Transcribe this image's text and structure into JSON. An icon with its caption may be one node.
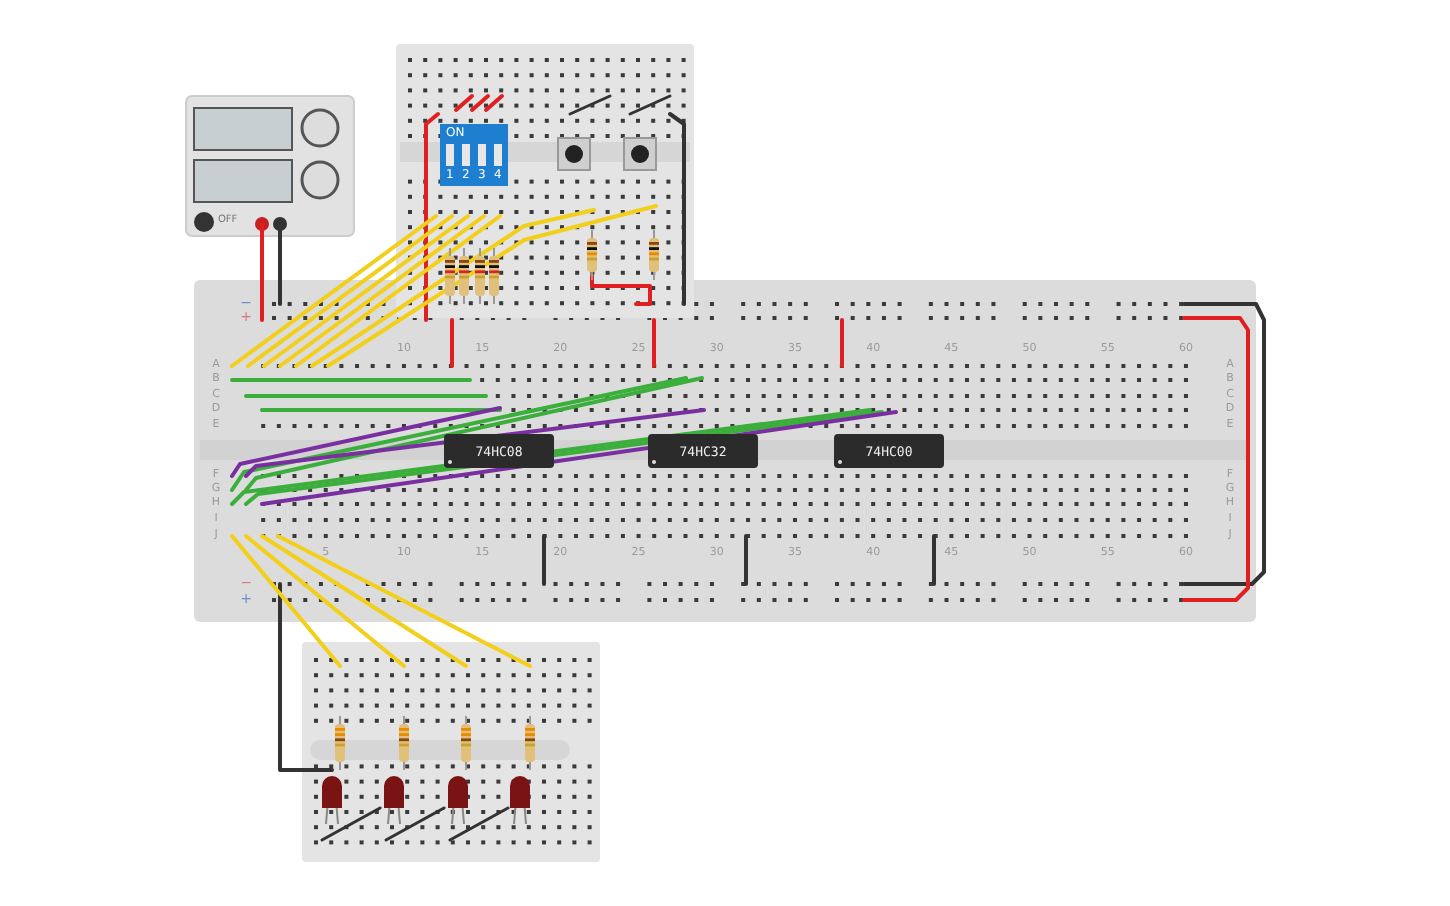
{
  "diagram": {
    "nodes": [
      {
        "text": [
          "OFF"
        ]
      },
      {
        "text": [
          "ON",
          "1",
          "2",
          "3",
          "4"
        ]
      },
      {
        "text": [
          "74HC08"
        ]
      },
      {
        "text": [
          "74HC32"
        ]
      },
      {
        "text": [
          "74HC00"
        ]
      }
    ],
    "labels": [
      "−",
      "+",
      "10",
      "15",
      "20",
      "25",
      "30",
      "35",
      "40",
      "45",
      "50",
      "55",
      "60",
      "A",
      "A",
      "B",
      "B",
      "C",
      "C",
      "D",
      "D",
      "E",
      "E",
      "F",
      "F",
      "G",
      "G",
      "H",
      "H",
      "I",
      "I",
      "J",
      "J",
      "5",
      "10",
      "15",
      "20",
      "25",
      "30",
      "35",
      "40",
      "45",
      "50",
      "55",
      "60",
      "−",
      "+"
    ]
  }
}
